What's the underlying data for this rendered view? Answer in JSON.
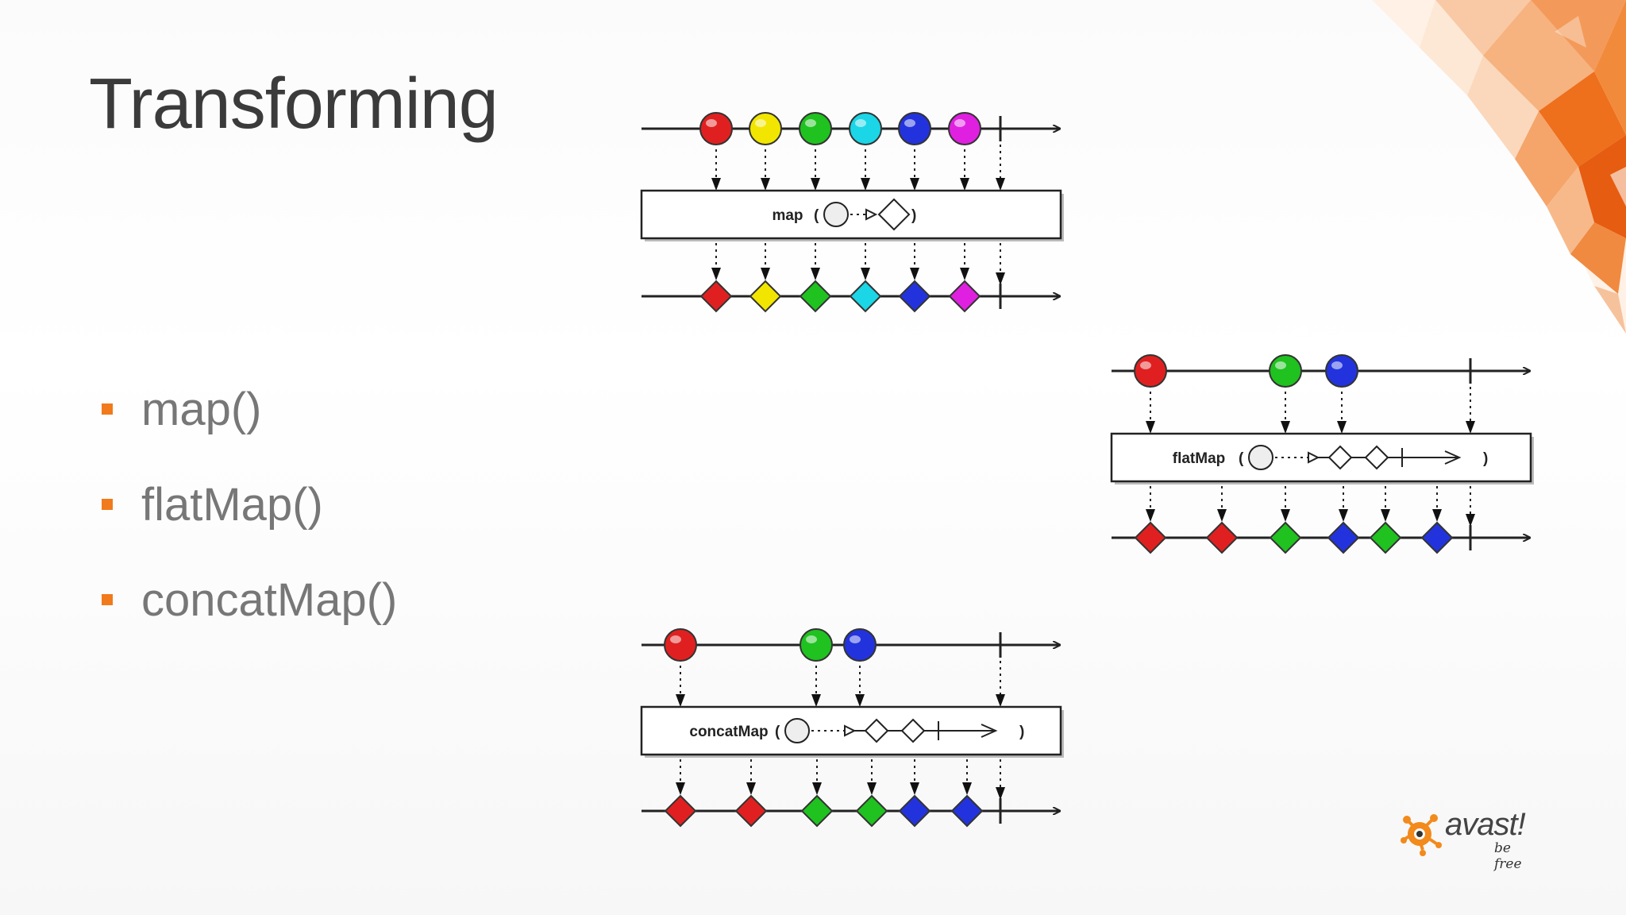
{
  "slide": {
    "title": "Transforming",
    "bullets": [
      "map()",
      "flatMap()",
      "concatMap()"
    ]
  },
  "colors": {
    "accent": "#f07a1c",
    "red": "#e02020",
    "yellow": "#f2e600",
    "green": "#1fc21f",
    "cyan": "#1ad6e6",
    "blue": "#2233dd",
    "magenta": "#e020e0"
  },
  "diagrams": {
    "map": {
      "operator_label": "map",
      "input_colors": [
        "red",
        "yellow",
        "green",
        "cyan",
        "blue",
        "magenta"
      ],
      "output_colors": [
        "red",
        "yellow",
        "green",
        "cyan",
        "blue",
        "magenta"
      ]
    },
    "flatMap": {
      "operator_label": "flatMap",
      "input_colors": [
        "red",
        "green",
        "blue"
      ],
      "output_colors": [
        "red",
        "red",
        "green",
        "blue",
        "green",
        "blue"
      ]
    },
    "concatMap": {
      "operator_label": "concatMap",
      "input_colors": [
        "red",
        "green",
        "blue"
      ],
      "output_colors": [
        "red",
        "red",
        "green",
        "green",
        "blue",
        "blue"
      ]
    }
  },
  "logo": {
    "wordmark": "avast!",
    "tagline": "be free"
  }
}
